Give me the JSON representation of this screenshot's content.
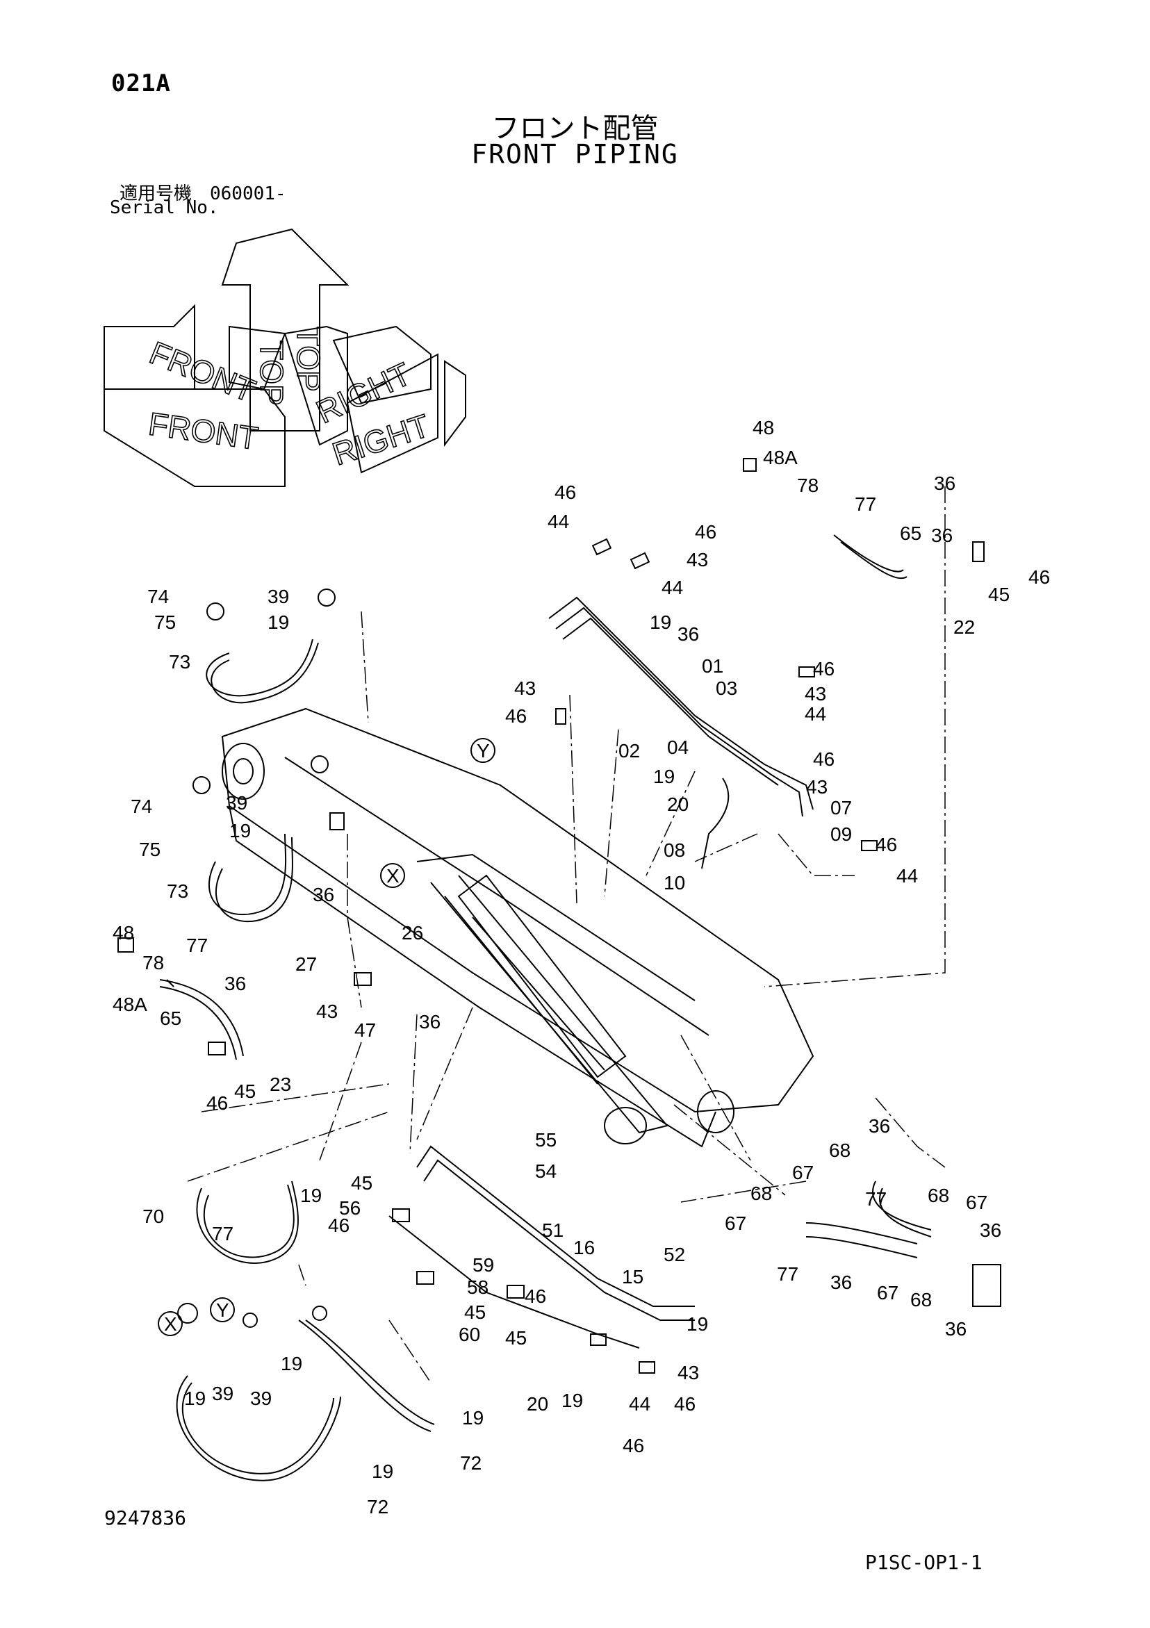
{
  "header": {
    "page_code": "021A",
    "title_jp": "フロント配管",
    "title_en": "FRONT PIPING",
    "serial_jp": "適用号機　060001-",
    "serial_en": "Serial No."
  },
  "orientation": {
    "top": "TOP",
    "front": "FRONT",
    "right": "RIGHT"
  },
  "callouts": [
    "48",
    "48A",
    "78",
    "77",
    "36",
    "65",
    "36",
    "46",
    "45",
    "22",
    "46",
    "44",
    "46",
    "43",
    "44",
    "74",
    "39",
    "75",
    "19",
    "73",
    "19",
    "36",
    "01",
    "03",
    "43",
    "46",
    "02",
    "04",
    "19",
    "20",
    "46",
    "43",
    "44",
    "46",
    "43",
    "07",
    "09",
    "08",
    "10",
    "46",
    "44",
    "74",
    "39",
    "19",
    "75",
    "73",
    "36",
    "26",
    "27",
    "43",
    "47",
    "36",
    "48",
    "78",
    "77",
    "48A",
    "65",
    "36",
    "23",
    "45",
    "46",
    "55",
    "54",
    "45",
    "70",
    "19",
    "77",
    "56",
    "46",
    "59",
    "58",
    "45",
    "60",
    "51",
    "16",
    "15",
    "52",
    "19",
    "46",
    "45",
    "20",
    "19",
    "43",
    "44",
    "46",
    "46",
    "36",
    "68",
    "67",
    "77",
    "68",
    "67",
    "68",
    "36",
    "67",
    "77",
    "36",
    "67",
    "68",
    "36",
    "19",
    "39",
    "39",
    "19",
    "19",
    "72",
    "19",
    "72"
  ],
  "footer": {
    "doc_number": "9247836",
    "sheet_ref": "P1SC-OP1-1"
  }
}
